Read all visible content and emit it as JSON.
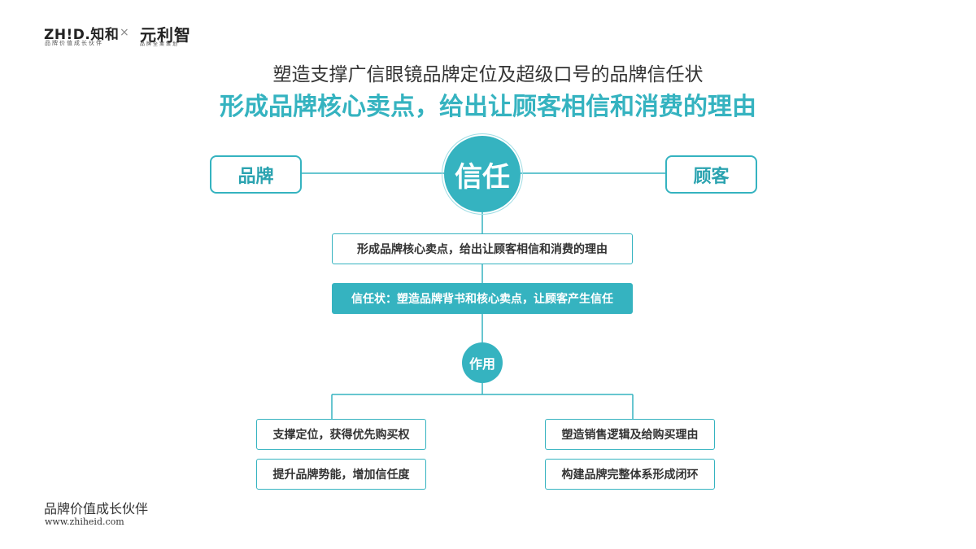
{
  "header": {
    "logo_main": "ZH!D.知和",
    "logo_main_sub": "品牌价值成长伙伴",
    "logo_separator": "×",
    "logo_partner": "元利智",
    "logo_partner_sub": "品牌全案策划"
  },
  "subtitle": "塑造支撑广信眼镜品牌定位及超级口号的品牌信任状",
  "title": "形成品牌核心卖点，给出让顾客相信和消费的理由",
  "diagram": {
    "left_node": "品牌",
    "center_node": "信任",
    "right_node": "顾客",
    "box_1": "形成品牌核心卖点，给出让顾客相信和消费的理由",
    "box_2": "信任状：塑造品牌背书和核心卖点，让顾客产生信任",
    "function_node": "作用",
    "left_items": [
      "支撑定位，获得优先购买权",
      "提升品牌势能，增加信任度"
    ],
    "right_items": [
      "塑造销售逻辑及给购买理由",
      "构建品牌完整体系形成闭环"
    ]
  },
  "footer": {
    "slogan": "品牌价值成长伙伴",
    "url": "www.zhiheid.com"
  },
  "colors": {
    "accent": "#35b3c0",
    "text": "#333333"
  }
}
